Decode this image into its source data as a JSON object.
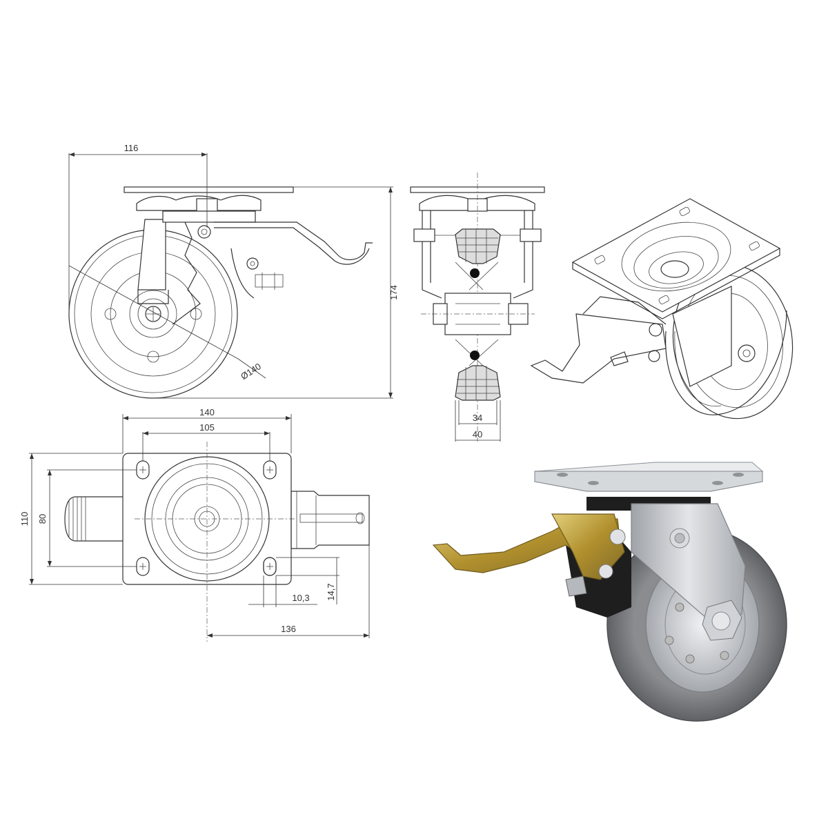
{
  "dimensions": {
    "offset": "116",
    "height": "174",
    "wheel_diameter": "Ø140",
    "tread_inner": "34",
    "tread_outer": "40",
    "plate_length": "140",
    "hole_spacing_length": "105",
    "plate_width": "110",
    "hole_spacing_width": "80",
    "hole_width": "10,3",
    "hole_length": "14,7",
    "overall_length": "136"
  },
  "colors": {
    "line": "#333333",
    "steel": "#c9ccd0",
    "zinc_yellow": "#c8a63a",
    "rubber_gray": "#7d7f82",
    "black_housing": "#1e1e1e"
  }
}
